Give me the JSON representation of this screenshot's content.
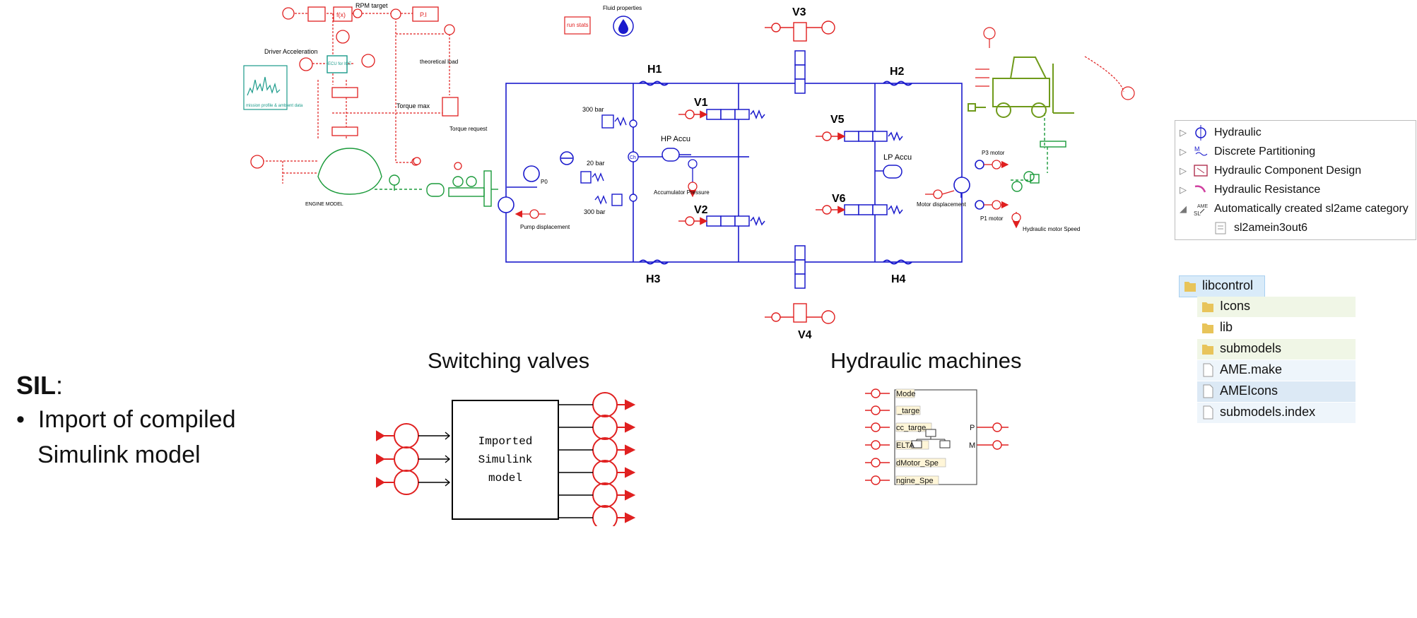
{
  "diagram": {
    "labels": {
      "rpm_target": "RPM target",
      "driver_accel": "Driver Acceleration",
      "ecu": "ECU for ICE",
      "mission": "mission profile & ambient data",
      "torque_max": "Torque max",
      "theoretical_load": "theoretical load",
      "torque_request": "Torque request",
      "engine_model": "ENGINE MODEL",
      "run_stats": "run stats",
      "fluid_props": "Fluid properties",
      "h1": "H1",
      "h2": "H2",
      "h3": "H3",
      "h4": "H4",
      "v1": "V1",
      "v2": "V2",
      "v3": "V3",
      "v4": "V4",
      "v5": "V5",
      "v6": "V6",
      "p300a": "300 bar",
      "p300b": "300 bar",
      "p20": "20 bar",
      "hp_accu": "HP Accu",
      "lp_accu": "LP Accu",
      "acc_pressure": "Accumulator Pressure",
      "p0": "P0",
      "pump_disp": "Pump displacement",
      "motor_disp": "Motor displacement",
      "p3_motor": "P3 motor",
      "p1_motor": "P1 motor",
      "hyd_motor_speed": "Hydraulic motor Speed",
      "pi": "P.I",
      "fx": "f(x)",
      "ch": "Ch"
    },
    "colors": {
      "hydraulic": "#1a1acc",
      "signal": "#e02020",
      "mechanical": "#1a9a3a",
      "vehicle": "#6f9a1a"
    }
  },
  "tree": {
    "items": [
      {
        "expand": "▷",
        "label": "Hydraulic",
        "icon": "hydraulic-icon"
      },
      {
        "expand": "▷",
        "label": "Discrete Partitioning",
        "icon": "partition-icon"
      },
      {
        "expand": "▷",
        "label": "Hydraulic Component Design",
        "icon": "component-design-icon"
      },
      {
        "expand": "▷",
        "label": "Hydraulic Resistance",
        "icon": "resistance-icon"
      },
      {
        "expand": "◢",
        "label": "Automatically created sl2ame category",
        "icon": "sl2ame-icon"
      },
      {
        "expand": "",
        "label": "sl2amein3out6",
        "icon": "block-icon"
      }
    ]
  },
  "files": {
    "root": "libcontrol",
    "items": [
      "Icons",
      "lib",
      "submodels",
      "AME.make",
      "AMEIcons",
      "submodels.index"
    ]
  },
  "sil": {
    "heading": "SIL",
    "colon": ":",
    "bullet": "•",
    "line1": "Import of compiled",
    "line2": "Simulink model"
  },
  "captions": {
    "switching": "Switching valves",
    "machines": "Hydraulic machines"
  },
  "simulink_block": {
    "line1": "Imported",
    "line2": "Simulink",
    "line3": "model"
  },
  "machine_block": {
    "inputs": [
      "Mode",
      "_targe",
      "cc_targe",
      "ELTA",
      "dMotor_Spe",
      "ngine_Spe"
    ],
    "outputs": [
      "P",
      "M"
    ]
  }
}
